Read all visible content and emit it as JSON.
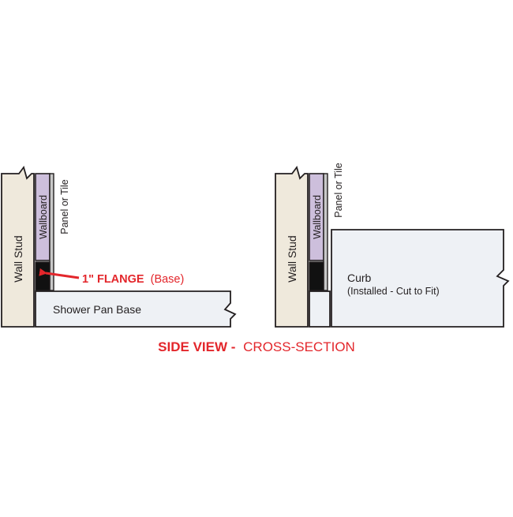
{
  "colors": {
    "stud": "#efe9dc",
    "wallboard": "#cdbfdc",
    "panel": "#c8c8c8",
    "base": "#eef1f5",
    "flange": "#111111",
    "outline": "#231f20",
    "accent": "#e3262b"
  },
  "left_diagram": {
    "stud_label": "Wall Stud",
    "wallboard_label": "Wallboard",
    "panel_label": "Panel or Tile",
    "flange_label_bold": "1\" FLANGE",
    "flange_label_paren": "(Base)",
    "base_label": "Shower Pan Base"
  },
  "right_diagram": {
    "stud_label": "Wall Stud",
    "wallboard_label": "Wallboard",
    "panel_label": "Panel or Tile",
    "curb_label": "Curb",
    "curb_sublabel": "(Installed - Cut to Fit)"
  },
  "caption": {
    "bold": "SIDE VIEW -",
    "normal": "CROSS-SECTION"
  }
}
